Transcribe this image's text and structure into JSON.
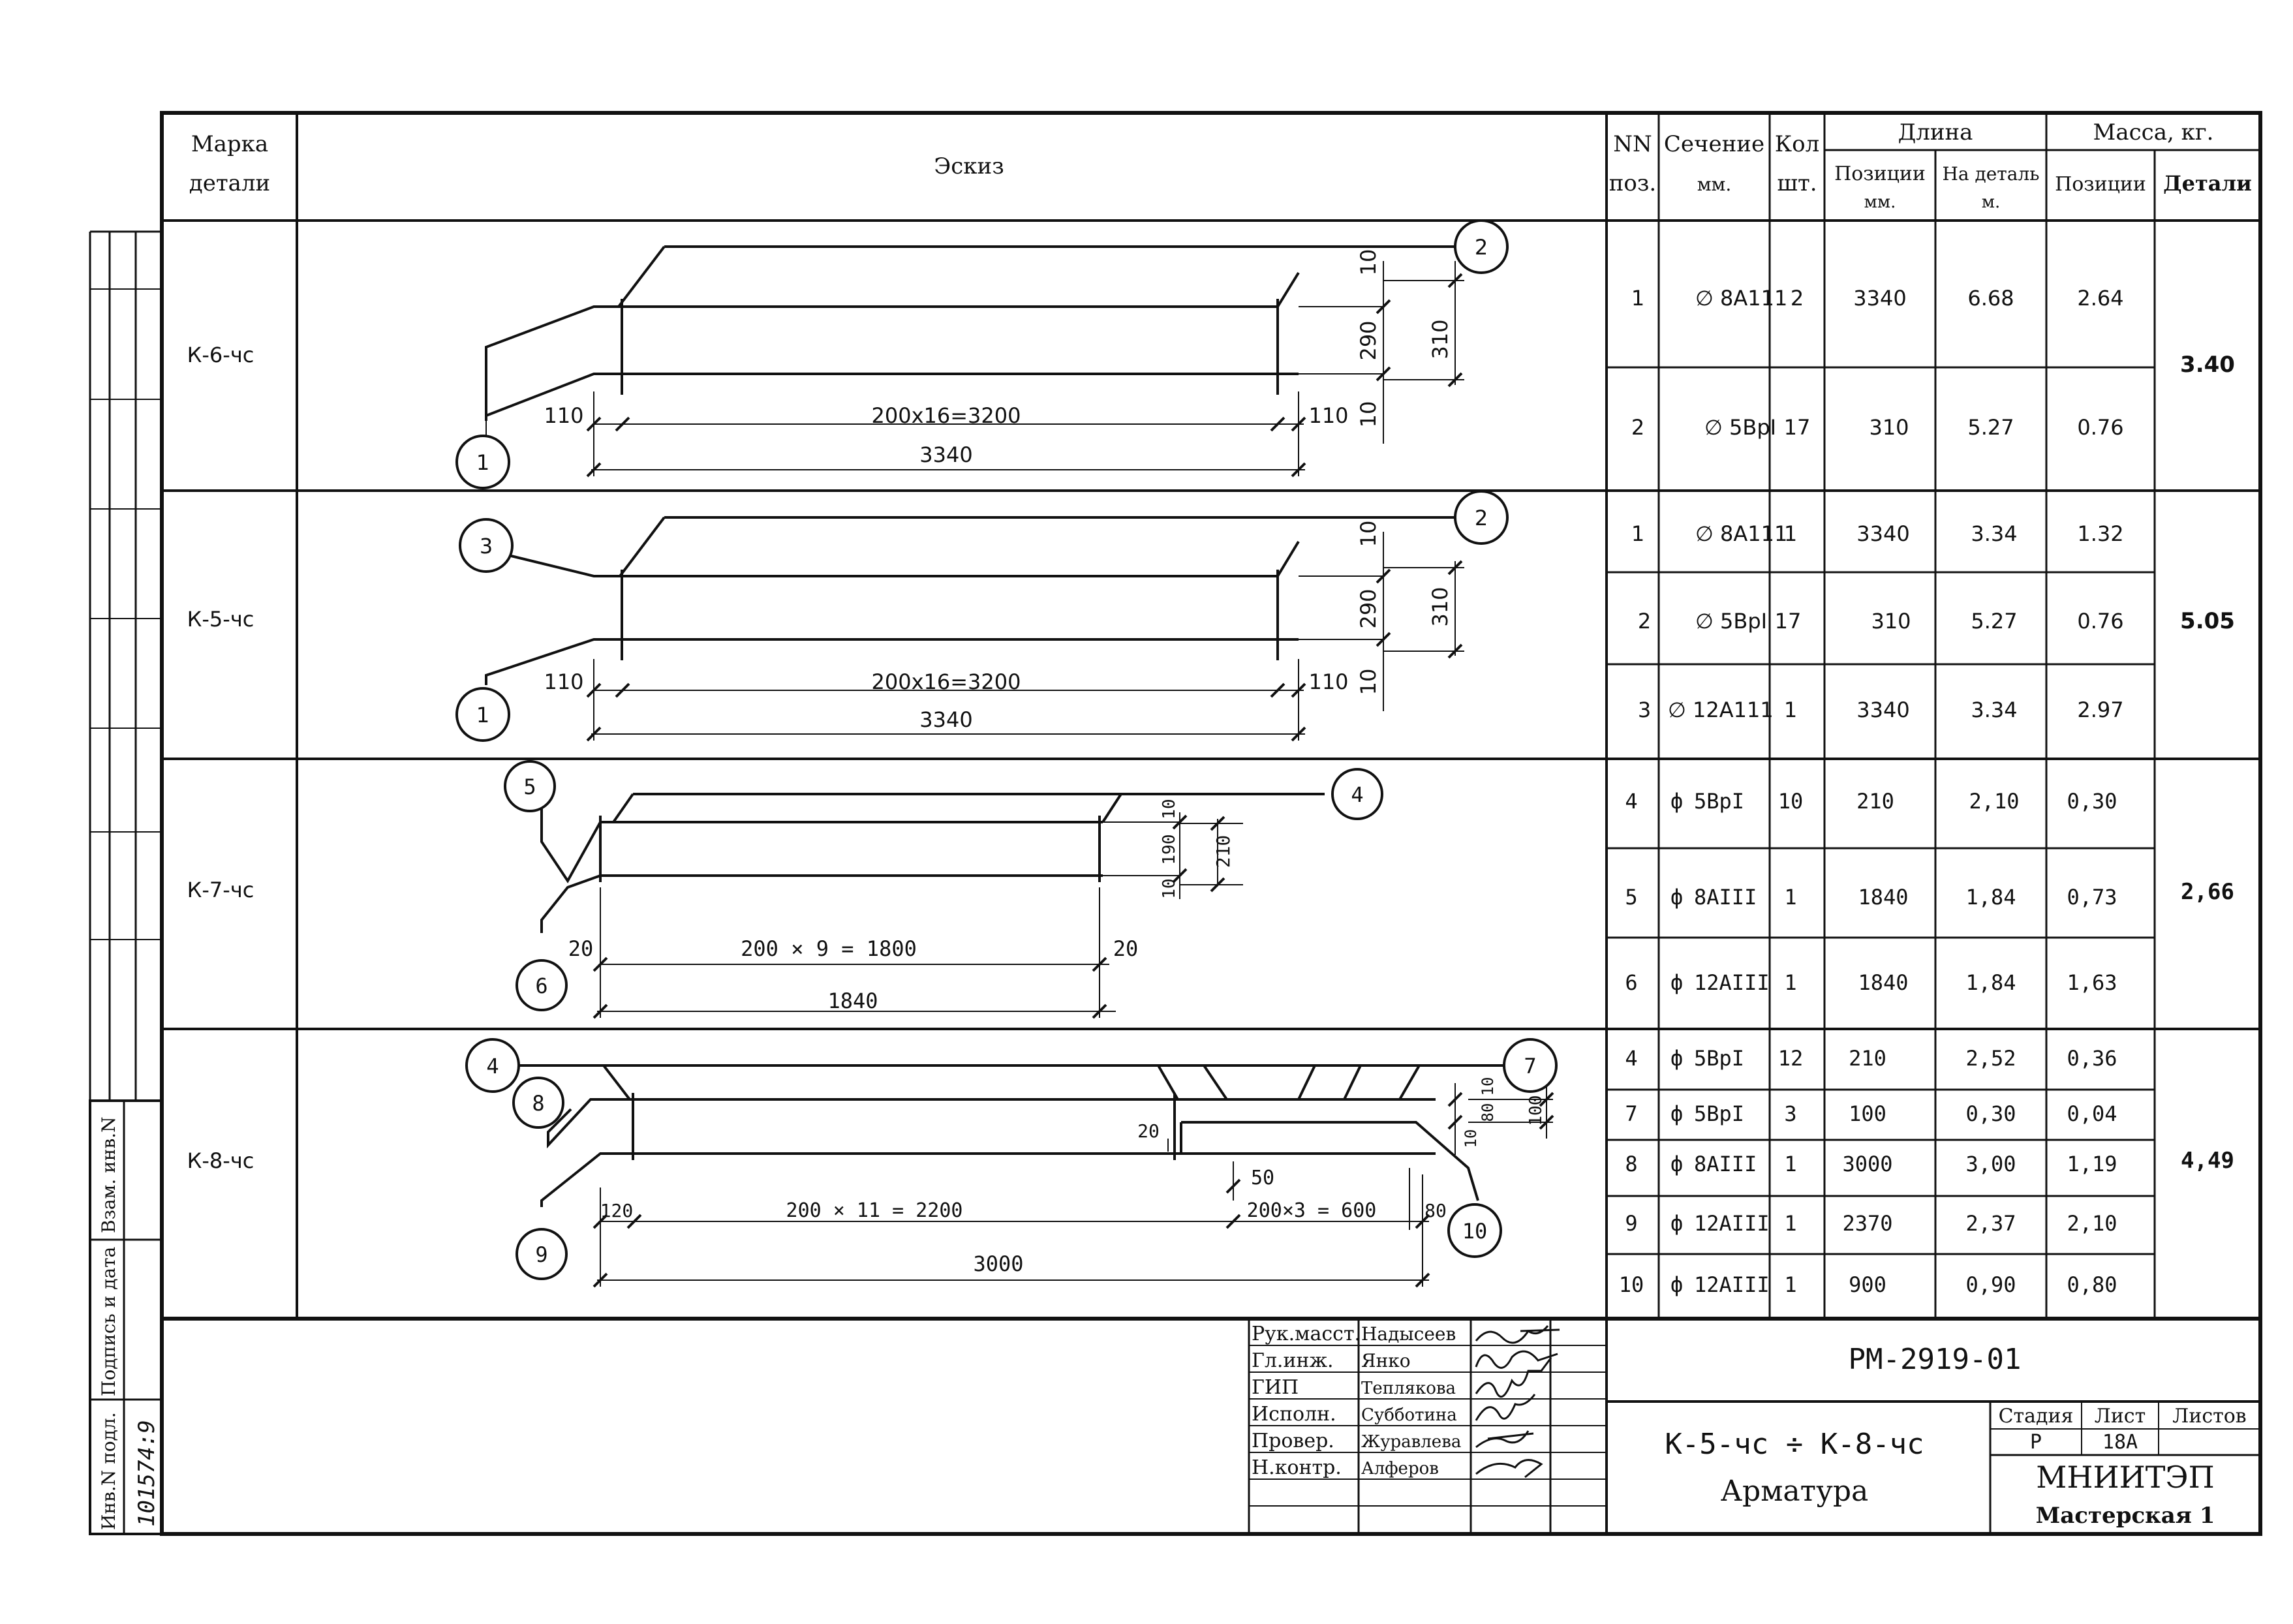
{
  "header": {
    "mark_l1": "Марка",
    "mark_l2": "детали",
    "sketch": "Эскиз",
    "nn_l1": "NN",
    "nn_l2": "поз.",
    "sec_l1": "Сечение",
    "sec_l2": "мм.",
    "qty_l1": "Кол",
    "qty_l2": "шт.",
    "length": "Длина",
    "len_pos_l1": "Позиции",
    "len_pos_l2": "мм.",
    "len_det_l1": "На деталь",
    "len_det_l2": "м.",
    "mass": "Масса, кг.",
    "mass_pos": "Позиции",
    "mass_det": "Детали"
  },
  "details": [
    {
      "mark": "К-6-чс",
      "total_mass": "3.40",
      "rows": [
        {
          "pos": "1",
          "section": "8А111",
          "qty": "2",
          "len_pos": "3340",
          "len_det": "6.68",
          "mass_pos": "2.64"
        },
        {
          "pos": "2",
          "section": "5ВрI",
          "qty": "17",
          "len_pos": "310",
          "len_det": "5.27",
          "mass_pos": "0.76"
        }
      ]
    },
    {
      "mark": "К-5-чс",
      "total_mass": "5.05",
      "rows": [
        {
          "pos": "1",
          "section": "8А111",
          "qty": "1",
          "len_pos": "3340",
          "len_det": "3.34",
          "mass_pos": "1.32"
        },
        {
          "pos": "2",
          "section": "5ВрI",
          "qty": "17",
          "len_pos": "310",
          "len_det": "5.27",
          "mass_pos": "0.76"
        },
        {
          "pos": "3",
          "section": "12А111",
          "qty": "1",
          "len_pos": "3340",
          "len_det": "3.34",
          "mass_pos": "2.97"
        }
      ]
    },
    {
      "mark": "К-7-чс",
      "total_mass": "2,66",
      "rows": [
        {
          "pos": "4",
          "section": "5ВрI",
          "qty": "10",
          "len_pos": "210",
          "len_det": "2,10",
          "mass_pos": "0,30"
        },
        {
          "pos": "5",
          "section": "8АIII",
          "qty": "1",
          "len_pos": "1840",
          "len_det": "1,84",
          "mass_pos": "0,73"
        },
        {
          "pos": "6",
          "section": "12АIII",
          "qty": "1",
          "len_pos": "1840",
          "len_det": "1,84",
          "mass_pos": "1,63"
        }
      ]
    },
    {
      "mark": "К-8-чс",
      "total_mass": "4,49",
      "rows": [
        {
          "pos": "4",
          "section": "5ВрI",
          "qty": "12",
          "len_pos": "210",
          "len_det": "2,52",
          "mass_pos": "0,36"
        },
        {
          "pos": "7",
          "section": "5ВрI",
          "qty": "3",
          "len_pos": "100",
          "len_det": "0,30",
          "mass_pos": "0,04"
        },
        {
          "pos": "8",
          "section": "8АIII",
          "qty": "1",
          "len_pos": "3000",
          "len_det": "3,00",
          "mass_pos": "1,19"
        },
        {
          "pos": "9",
          "section": "12АIII",
          "qty": "1",
          "len_pos": "2370",
          "len_det": "2,37",
          "mass_pos": "2,10"
        },
        {
          "pos": "10",
          "section": "12АIII",
          "qty": "1",
          "len_pos": "900",
          "len_det": "0,90",
          "mass_pos": "0,80"
        }
      ]
    }
  ],
  "sketches": {
    "k6": {
      "dim_top": "10",
      "dim_mid": "290",
      "dim_bot": "10",
      "dim_total": "310",
      "dim_left": "110",
      "dim_spacing": "200x16=3200",
      "dim_right": "110",
      "dim_length": "3340",
      "tag_a": "1",
      "tag_b": "2"
    },
    "k5": {
      "dim_top": "10",
      "dim_mid": "290",
      "dim_bot": "10",
      "dim_total": "310",
      "dim_left": "110",
      "dim_spacing": "200x16=3200",
      "dim_right": "110",
      "dim_length": "3340",
      "tag_a": "1",
      "tag_b": "2",
      "tag_c": "3"
    },
    "k7": {
      "dim_top": "10",
      "dim_mid": "190",
      "dim_bot": "10",
      "dim_total": "210",
      "dim_left": "20",
      "dim_spacing": "200 × 9 = 1800",
      "dim_right": "20",
      "dim_length": "1840",
      "tag_a": "5",
      "tag_b": "4",
      "tag_c": "6"
    },
    "k8": {
      "dim_top": "10",
      "dim_mid": "80",
      "dim_bot": "10",
      "dim_total": "100",
      "dim_20": "20",
      "dim_50": "50",
      "dim_left": "120",
      "dim_spacing_1": "200 × 11 = 2200",
      "dim_spacing_2": "200×3 = 600",
      "dim_right": "80",
      "dim_length": "3000",
      "tag_a": "4",
      "tag_b": "8",
      "tag_c": "7",
      "tag_d": "9",
      "tag_e": "10"
    }
  },
  "side_stamp": {
    "inv_orig": "Инв.N подл.",
    "sign_date": "Подпись и дата",
    "replace_inv": "Взам. инв.N",
    "inv_number": "101574:9"
  },
  "title_block": {
    "signatures": [
      {
        "role": "Рук.масст.",
        "name": "Надысеев"
      },
      {
        "role": "Гл.инж.",
        "name": "Янко"
      },
      {
        "role": "ГИП",
        "name": "Теплякова"
      },
      {
        "role": "Исполн.",
        "name": "Субботина"
      },
      {
        "role": "Провер.",
        "name": "Журавлева"
      },
      {
        "role": "Н.контр.",
        "name": "Алферов"
      }
    ],
    "doc_code": "РМ-2919-01",
    "title_line1": "К-5-чс ÷ К-8-чс",
    "title_line2": "Арматура",
    "stage_label": "Стадия",
    "sheet_label": "Лист",
    "sheets_label": "Листов",
    "stage": "Р",
    "sheet": "18А",
    "sheets": "",
    "org": "МНИИТЭП",
    "workshop": "Мастерская 1"
  }
}
